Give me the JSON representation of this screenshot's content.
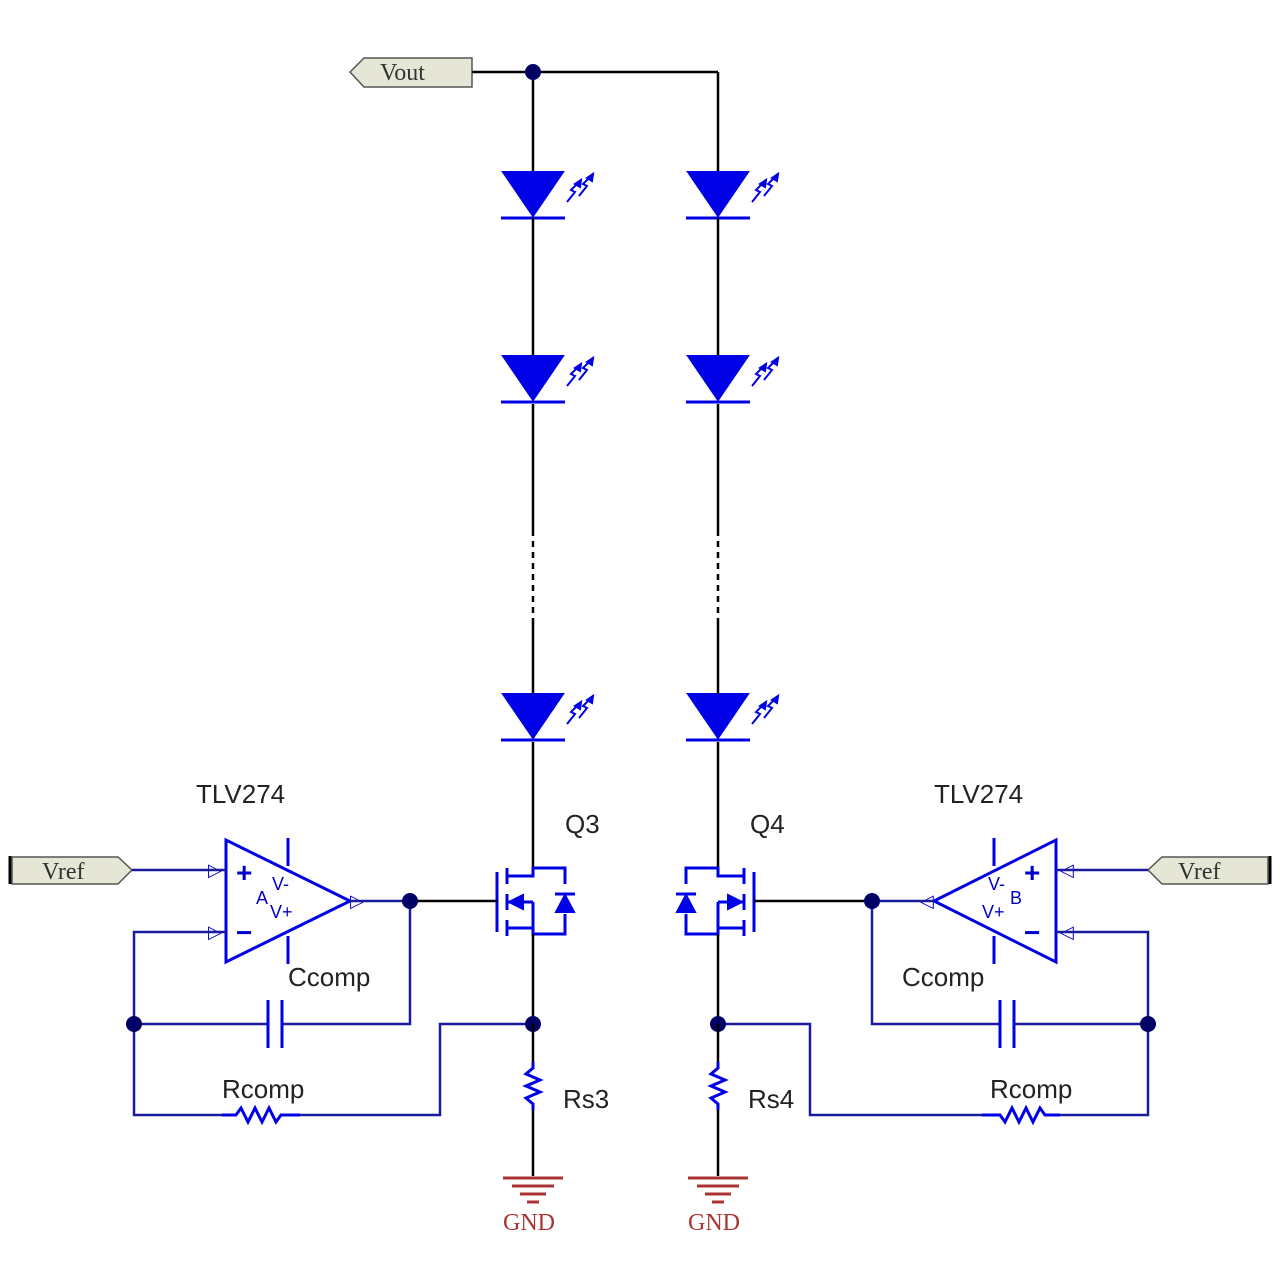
{
  "ports": {
    "vout": "Vout",
    "vref_left": "Vref",
    "vref_right": "Vref"
  },
  "opamps": {
    "left": {
      "part": "TLV274",
      "unit": "A",
      "vminus": "V-",
      "vplus": "V+",
      "plus": "+",
      "minus": "−"
    },
    "right": {
      "part": "TLV274",
      "unit": "B",
      "vminus": "V-",
      "vplus": "V+",
      "plus": "+",
      "minus": "−"
    }
  },
  "transistors": {
    "left": "Q3",
    "right": "Q4"
  },
  "sense_resistors": {
    "left": "Rs3",
    "right": "Rs4"
  },
  "compensation": {
    "left_cap": "Ccomp",
    "right_cap": "Ccomp",
    "left_res": "Rcomp",
    "right_res": "Rcomp"
  },
  "grounds": {
    "left": "GND",
    "right": "GND"
  },
  "colors": {
    "component": "#0000e6",
    "wire": "#000000",
    "feedback_wire": "#1a1a9e",
    "ground": "#aa3333",
    "port_fill": "#e6e6d6"
  }
}
